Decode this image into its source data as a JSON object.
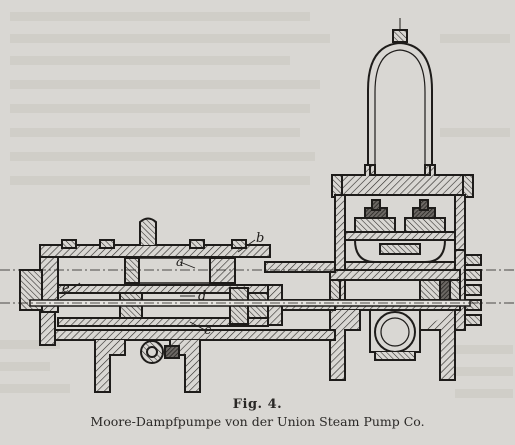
{
  "figure": {
    "label": "Fig. 4.",
    "title": "Moore-Dampfpumpe von der Union Steam Pump Co.",
    "part_labels": [
      "a",
      "b",
      "c",
      "d",
      "e"
    ]
  }
}
